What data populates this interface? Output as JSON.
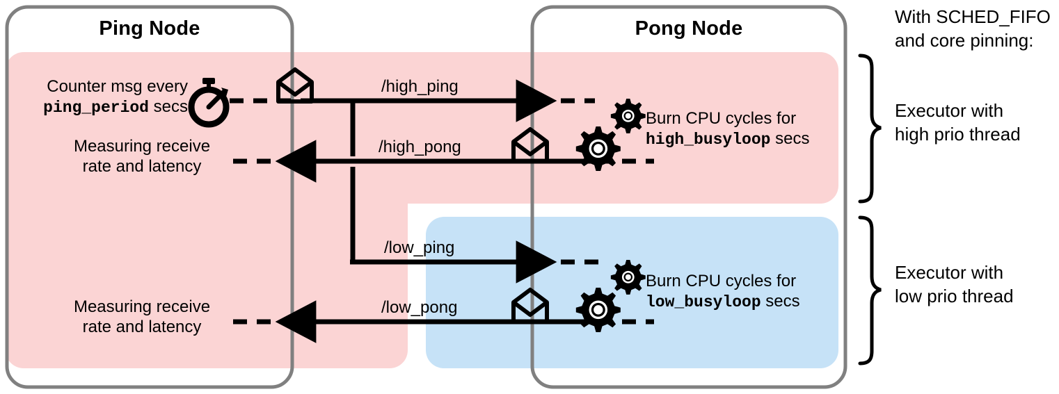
{
  "diagram": {
    "title_ping": "Ping Node",
    "title_pong": "Pong Node",
    "colors": {
      "high_band": "#fbd4d4",
      "low_band": "#c6e2f7",
      "node_border": "#808080",
      "stroke": "#000000"
    }
  },
  "ping": {
    "counter_line1": "Counter msg every",
    "counter_mono": "ping_period",
    "counter_line2_tail": " secs",
    "measure_high_line1": "Measuring receive",
    "measure_high_line2": "rate and latency",
    "measure_low_line1": "Measuring receive",
    "measure_low_line2": "rate and latency"
  },
  "pong": {
    "burn_high_line1": "Burn CPU cycles for",
    "burn_high_mono": "high_busyloop",
    "burn_high_tail": " secs",
    "burn_low_line1": "Burn CPU cycles for",
    "burn_low_mono": "low_busyloop",
    "burn_low_tail": " secs"
  },
  "topics": {
    "high_ping": "/high_ping",
    "high_pong": "/high_pong",
    "low_ping": "/low_ping",
    "low_pong": "/low_pong"
  },
  "side": {
    "header_line1": "With SCHED_FIFO",
    "header_line2": "and core pinning:",
    "high_line1": "Executor with",
    "high_line2": "high prio thread",
    "low_line1": "Executor with",
    "low_line2": "low prio thread"
  },
  "icons": {
    "stopwatch": "stopwatch-icon",
    "envelope": "envelope-icon",
    "gears": "gears-icon",
    "brace": "curly-brace-icon"
  }
}
